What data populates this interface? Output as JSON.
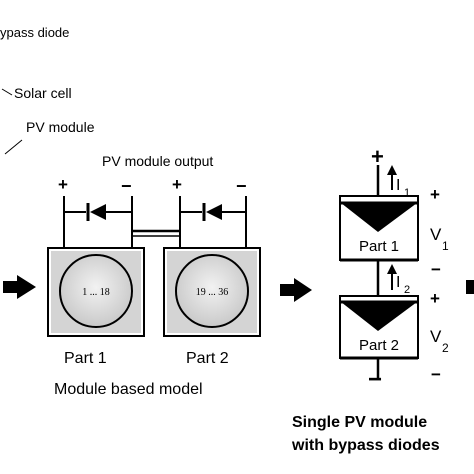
{
  "labels": {
    "bypass_diode": "ypass diode",
    "solar_cell": "Solar cell",
    "pv_module": "PV module",
    "pv_module_output": "PV module output",
    "part1": "Part 1",
    "part2": "Part 2",
    "module_based_model": "Module based model",
    "single_pv_module_line1": "Single PV module",
    "single_pv_module_line2": "with bypass diodes",
    "range1": "1 ... 18",
    "range2": "19 ... 36",
    "plus": "+",
    "minus": "−",
    "i1": "I",
    "i1_sub": "1",
    "i2": "I",
    "i2_sub": "2",
    "v1": "V",
    "v1_sub": "1",
    "v2": "V",
    "v2_sub": "2"
  }
}
